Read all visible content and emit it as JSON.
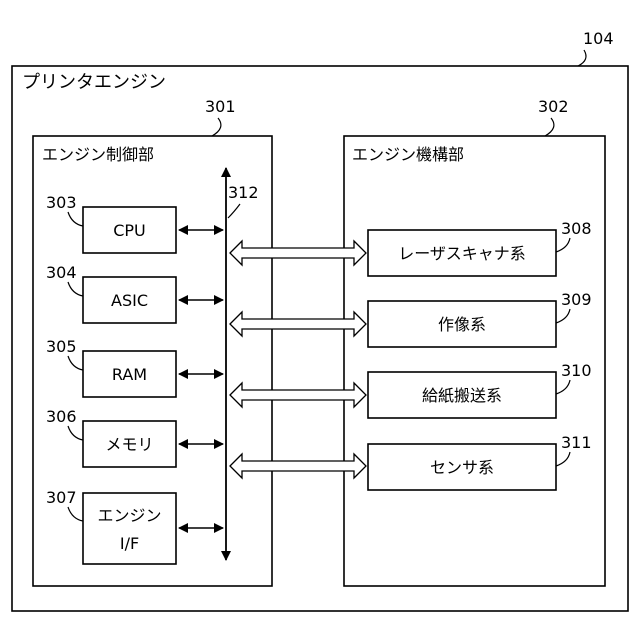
{
  "figure_ref": "104",
  "outer": {
    "title": "プリンタエンジン"
  },
  "control": {
    "ref": "301",
    "title": "エンジン制御部",
    "bus_ref": "312",
    "blocks": [
      {
        "ref": "303",
        "label": "CPU"
      },
      {
        "ref": "304",
        "label": "ASIC"
      },
      {
        "ref": "305",
        "label": "RAM"
      },
      {
        "ref": "306",
        "label": "メモリ"
      },
      {
        "ref": "307",
        "label_line1": "エンジン",
        "label_line2": "I/F"
      }
    ]
  },
  "mechanism": {
    "ref": "302",
    "title": "エンジン機構部",
    "blocks": [
      {
        "ref": "308",
        "label": "レーザスキャナ系"
      },
      {
        "ref": "309",
        "label": "作像系"
      },
      {
        "ref": "310",
        "label": "給紙搬送系"
      },
      {
        "ref": "311",
        "label": "センサ系"
      }
    ]
  }
}
